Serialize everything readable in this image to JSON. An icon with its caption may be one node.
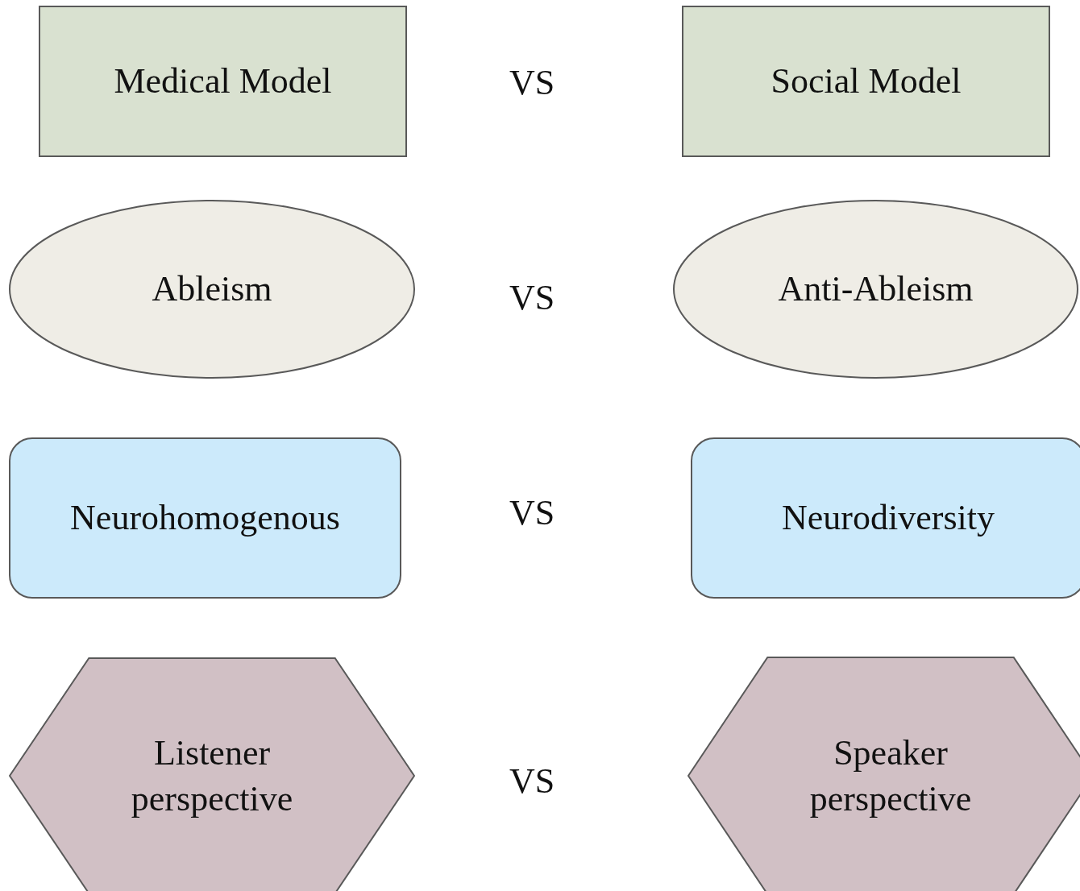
{
  "diagram": {
    "nodes": [
      {
        "text": [
          "Medical Model"
        ]
      },
      {
        "text": [
          "Social Model"
        ]
      },
      {
        "text": [
          "Ableism"
        ]
      },
      {
        "text": [
          "Anti-Ableism"
        ]
      },
      {
        "text": [
          "Neurohomogenous"
        ]
      },
      {
        "text": [
          "Neurodiversity"
        ]
      },
      {
        "text": [
          "Listener perspective"
        ]
      },
      {
        "text": [
          "Speaker perspective"
        ]
      }
    ],
    "labels": [
      "VS",
      "VS",
      "VS",
      "VS"
    ]
  }
}
